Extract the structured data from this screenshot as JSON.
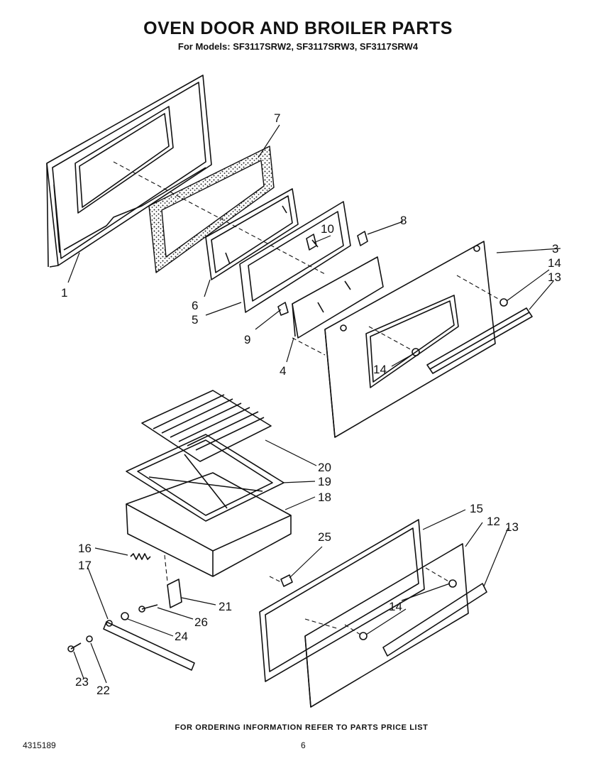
{
  "header": {
    "title": "OVEN DOOR AND BROILER PARTS",
    "subtitle": "For Models: SF3117SRW2, SF3117SRW3, SF3117SRW4"
  },
  "footer": {
    "ordering_note": "FOR ORDERING INFORMATION REFER TO PARTS PRICE LIST",
    "doc_number": "4315189",
    "page_number": "6"
  },
  "callouts": {
    "p1": "1",
    "p3": "3",
    "p4": "4",
    "p5": "5",
    "p6": "6",
    "p7": "7",
    "p8": "8",
    "p9": "9",
    "p10": "10",
    "p12": "12",
    "p13a": "13",
    "p13b": "13",
    "p14a": "14",
    "p14b": "14",
    "p14c": "14",
    "p15": "15",
    "p16": "16",
    "p17": "17",
    "p18": "18",
    "p19": "19",
    "p20": "20",
    "p21": "21",
    "p22": "22",
    "p23": "23",
    "p24": "24",
    "p25": "25",
    "p26": "26"
  }
}
